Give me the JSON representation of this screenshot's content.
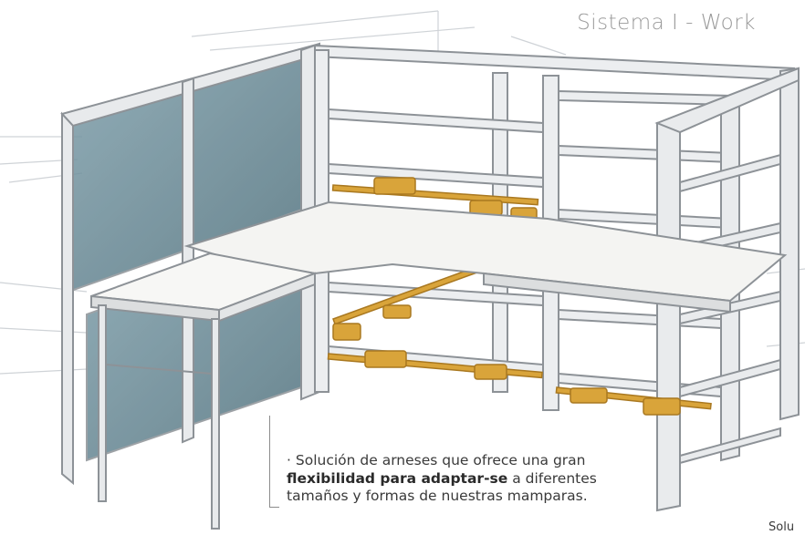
{
  "title": "Sistema I - Work",
  "caption": {
    "bullet": "·",
    "intro": "Solución de arneses que ofrece una gran",
    "bold": "flexibilidad para adaptar-se",
    "rest": "a diferentes tamaños y formas de nuestras mamparas."
  },
  "corner_text": "Solu",
  "colors": {
    "glass": "#6b8e9a",
    "frame": "#e8eaec",
    "frame_edge": "#8d9297",
    "desk": "#f4f4f2",
    "harness": "#d9a43a",
    "title_gray": "#9a9a9a"
  }
}
